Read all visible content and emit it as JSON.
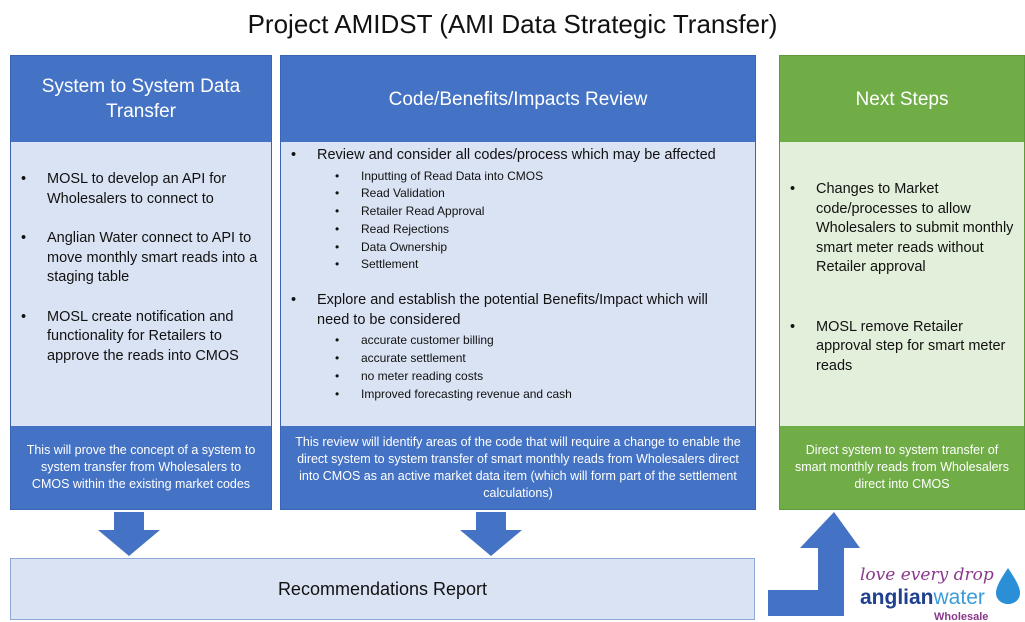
{
  "title": "Project AMIDST (AMI Data Strategic Transfer)",
  "colors": {
    "blue_header": "#4472c4",
    "light_blue_body": "#dae3f3",
    "green_header": "#70ad47",
    "light_green_body": "#e2efda",
    "arrow_blue": "#4472c4"
  },
  "columns": {
    "system": {
      "header": "System to System Data Transfer",
      "bullets": [
        "MOSL to develop an API for Wholesalers to connect to",
        "Anglian Water connect to API to move monthly smart reads into a staging table",
        "MOSL create notification and functionality for Retailers to approve the reads into CMOS"
      ],
      "footer": "This will prove the concept of a system to system transfer from Wholesalers to CMOS within the existing market codes"
    },
    "review": {
      "header": "Code/Benefits/Impacts Review",
      "bullet1": "Review and consider all codes/process which may be affected",
      "sub1": [
        "Inputting of Read Data into CMOS",
        "Read Validation",
        "Retailer Read Approval",
        "Read Rejections",
        "Data Ownership",
        "Settlement"
      ],
      "bullet2": "Explore and establish the potential Benefits/Impact which will need to be considered",
      "sub2": [
        "accurate customer billing",
        "accurate settlement",
        "no meter reading costs",
        "Improved forecasting revenue and cash"
      ],
      "footer": "This review will identify areas of the code that will require a change to enable the direct system to system transfer of smart monthly reads from Wholesalers direct into CMOS as an active market data item (which will form part of the settlement calculations)"
    },
    "next": {
      "header": "Next Steps",
      "bullets": [
        "Changes to Market code/processes to allow Wholesalers to submit monthly smart meter reads without Retailer approval",
        "MOSL remove Retailer approval step for smart meter reads"
      ],
      "footer": "Direct system to system transfer of smart monthly reads from Wholesalers direct into CMOS"
    }
  },
  "report": "Recommendations Report",
  "logo": {
    "tagline": "love every drop",
    "brand_a": "anglian",
    "brand_b": "water",
    "sub": "Wholesale"
  }
}
